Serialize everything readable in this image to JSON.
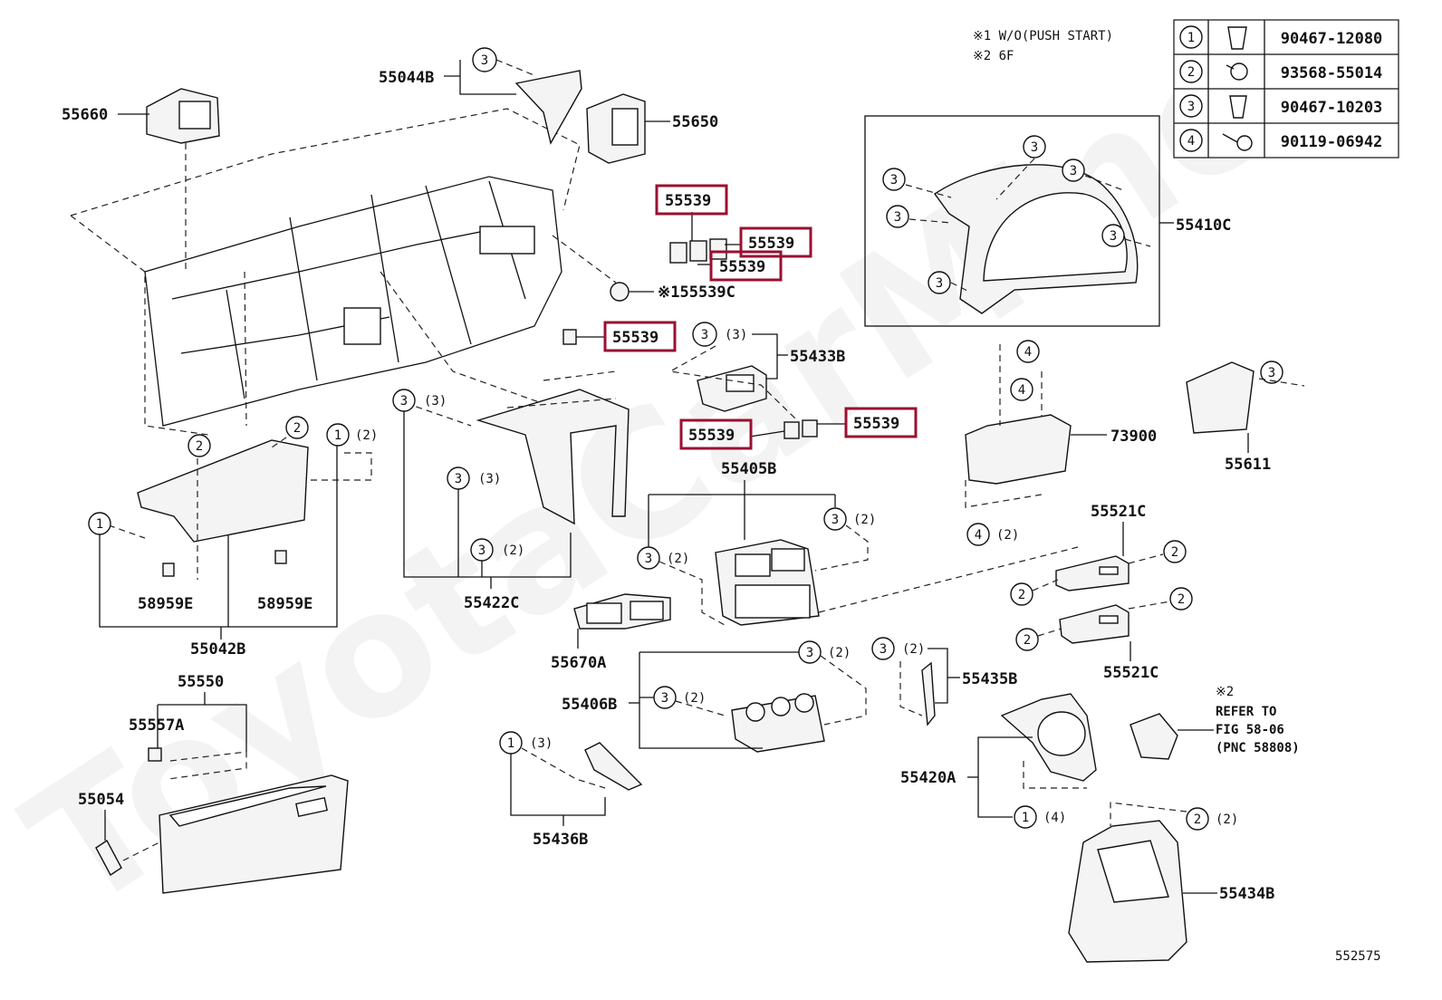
{
  "watermark": "ToyotaCarMine",
  "figure_number": "552575",
  "notes": [
    "※1 W/O(PUSH START)",
    "※2  6F"
  ],
  "legend": [
    {
      "key": "1",
      "part": "90467-12080"
    },
    {
      "key": "2",
      "part": "93568-55014"
    },
    {
      "key": "3",
      "part": "90467-10203"
    },
    {
      "key": "4",
      "part": "90119-06942"
    }
  ],
  "refer_note": {
    "mark": "※2",
    "line1": "REFER TO",
    "line2": "FIG 58-06",
    "line3": "(PNC 58808)"
  },
  "parts": {
    "p55044B": "55044B",
    "p55660": "55660",
    "p55650": "55650",
    "p55539a": "55539",
    "p55539b": "55539",
    "p55539c": "55539",
    "p55539d": "55539",
    "p55539e": "55539",
    "p55539f": "55539",
    "p55539C": "※155539C",
    "p55433B": "55433B",
    "p55410C": "55410C",
    "p73900": "73900",
    "p55611": "55611",
    "p55405B": "55405B",
    "p55521C_top": "55521C",
    "p55521C_bot": "55521C",
    "p55422C": "55422C",
    "p58959E_l": "58959E",
    "p58959E_r": "58959E",
    "p55042B": "55042B",
    "p55670A": "55670A",
    "p55435B": "55435B",
    "p55406B": "55406B",
    "p55550": "55550",
    "p55557A": "55557A",
    "p55054": "55054",
    "p55436B": "55436B",
    "p55420A": "55420A",
    "p55434B": "55434B"
  },
  "qty": {
    "q3": "(3)",
    "q2": "(2)",
    "q4": "(4)"
  },
  "highlight_color": "#9a1030"
}
